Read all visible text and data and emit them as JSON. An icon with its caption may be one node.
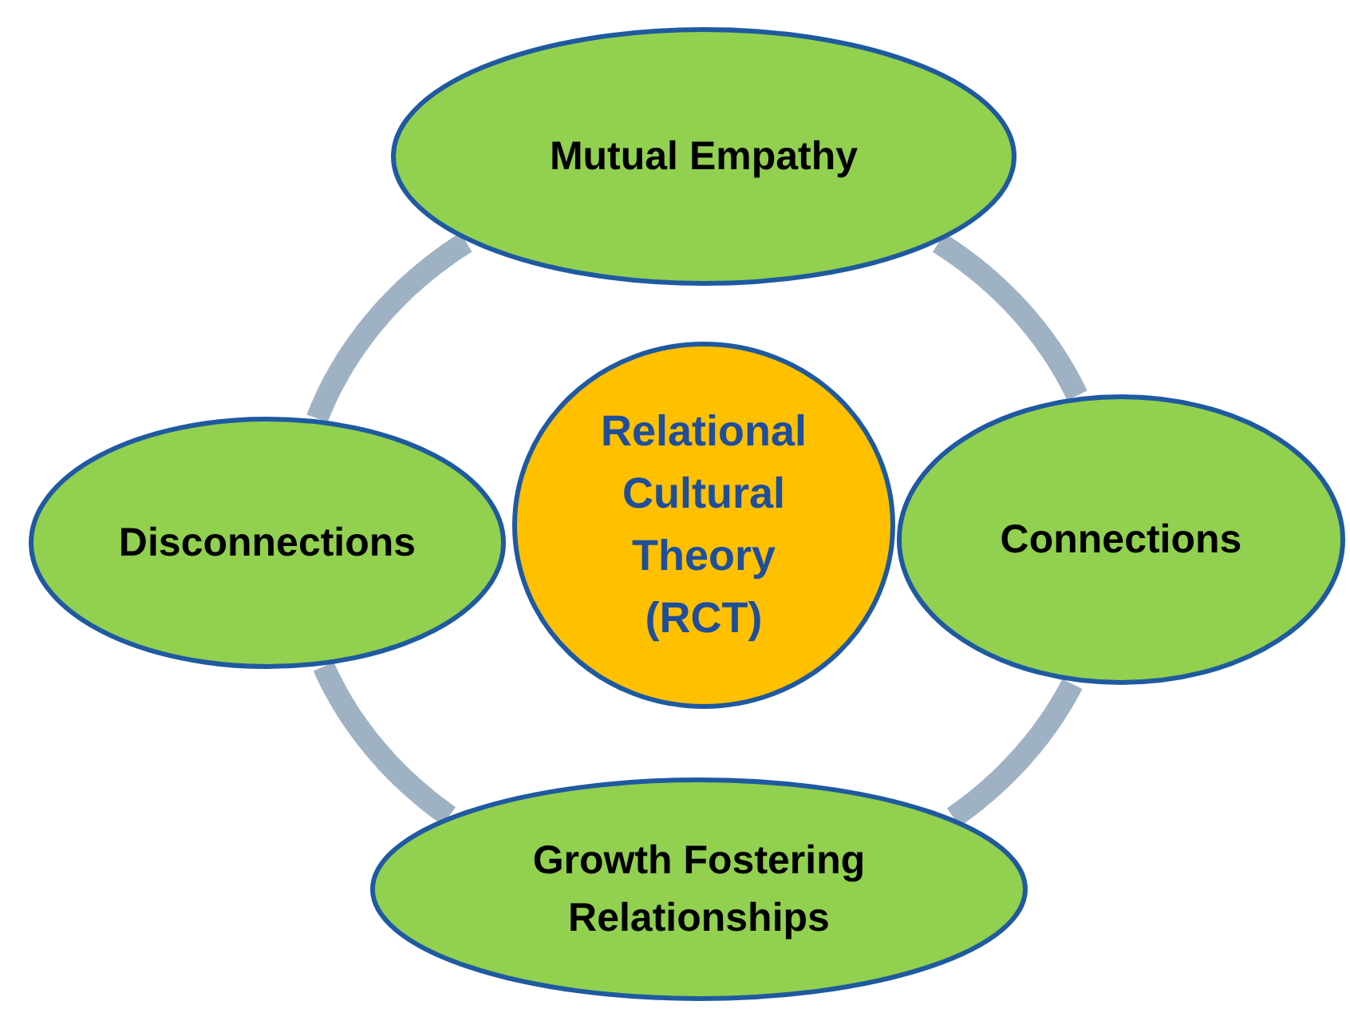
{
  "diagram": {
    "nodes": [
      {
        "text": [
          "Mutual Empathy"
        ]
      },
      {
        "text": [
          "Disconnections"
        ]
      },
      {
        "text": [
          "Relational Cultural Theory (RCT)"
        ]
      },
      {
        "text": [
          "Connections"
        ]
      },
      {
        "text": [
          "Growth Fostering Relationships"
        ]
      }
    ],
    "edges": [
      {
        "from": 0,
        "to": 3,
        "arrow": "none"
      },
      {
        "from": 3,
        "to": 4,
        "arrow": "none"
      },
      {
        "from": 4,
        "to": 1,
        "arrow": "none"
      },
      {
        "from": 1,
        "to": 0,
        "arrow": "none"
      }
    ]
  }
}
